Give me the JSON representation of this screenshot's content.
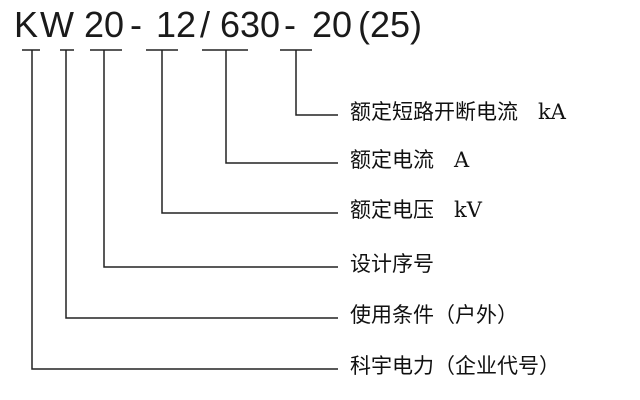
{
  "model_code": {
    "seg1": "K",
    "seg2": "W",
    "seg3": "20",
    "sep1": "-",
    "seg4": "12",
    "sep2": "/",
    "seg5": "630",
    "sep3": "-",
    "seg6": "20",
    "seg7": "(25)"
  },
  "legend": [
    "额定短路开断电流   kA",
    "额定电流   A",
    "额定电压   kV",
    "设计序号",
    "使用条件（户外）",
    "科宇电力（企业代号）"
  ]
}
